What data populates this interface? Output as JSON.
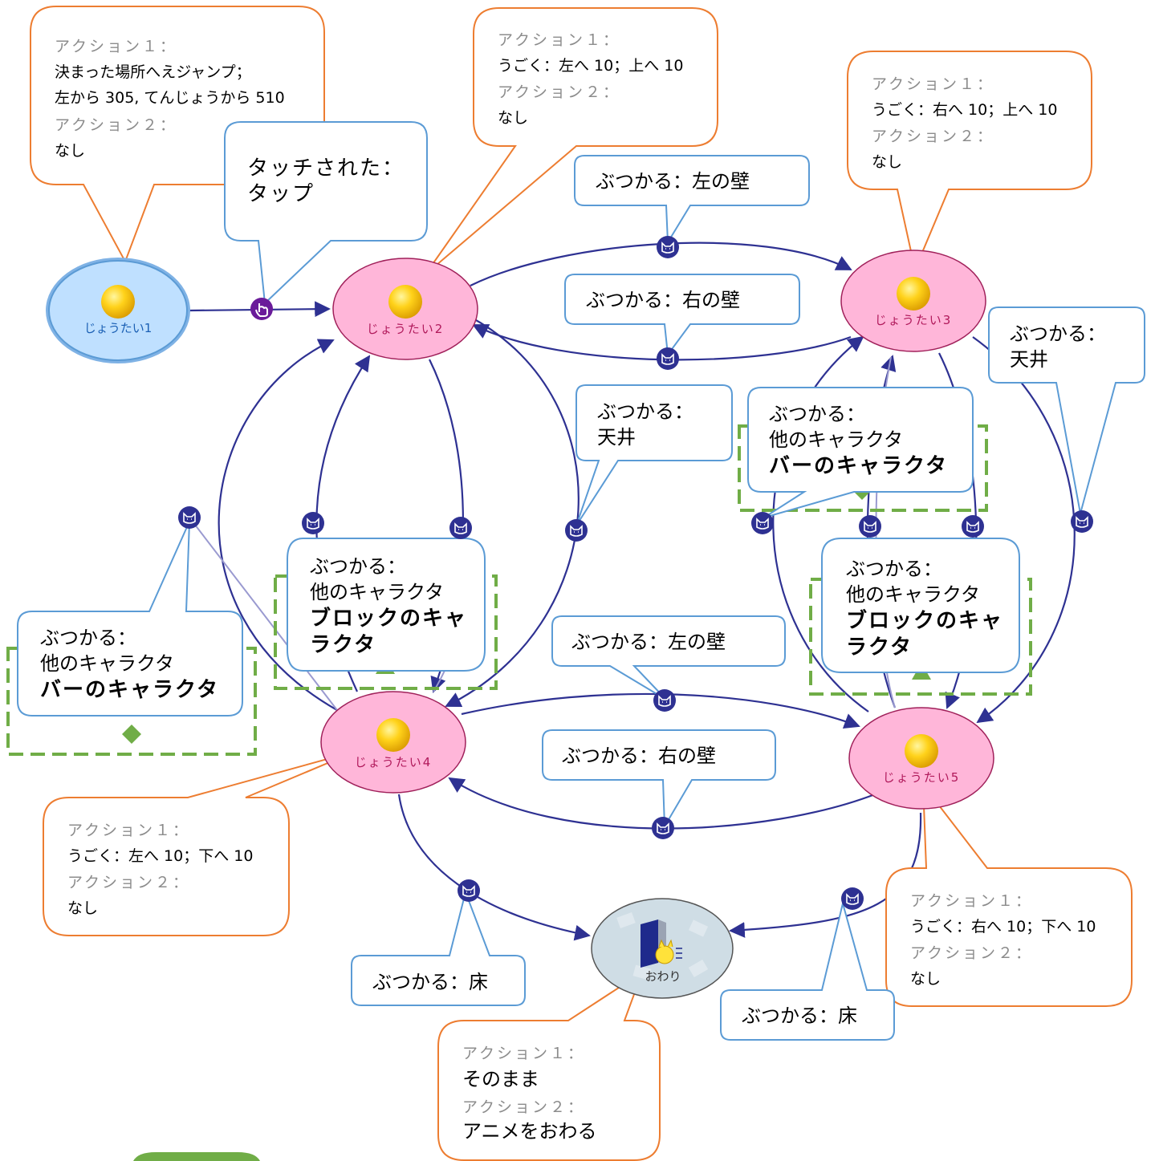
{
  "states": {
    "start": "じょうたい1",
    "s2": "じょうたい2",
    "s3": "じょうたい3",
    "s4": "じょうたい4",
    "s5": "じょうたい5",
    "end": "おわり"
  },
  "labels": {
    "action1": "アクション１：",
    "action2": "アクション２：",
    "none": "なし"
  },
  "notes": {
    "s1_a1_line1": "決まった場所へえジャンプ；",
    "s1_a1_line2": "左から 305, てんじょうから 510",
    "s2_a1": "うごく：左へ 10；上へ 10",
    "s3_a1": "うごく：右へ 10；上へ 10",
    "s4_a1": "うごく：左へ 10；下へ 10",
    "s5_a1": "うごく：右へ 10；下へ 10",
    "end_a1": "そのまま",
    "end_a2": "アニメをおわる"
  },
  "triggers": {
    "touched_1": "タッチされた：",
    "touched_2": "タップ",
    "left_wall": "ぶつかる：左の壁",
    "right_wall": "ぶつかる：右の壁",
    "collide": "ぶつかる：",
    "ceiling": "天井",
    "floor": "ぶつかる：床",
    "other_char": "他のキャラクタ",
    "bar_char": "バーのキャラクタ",
    "block_char_1": "ブロックのキャ",
    "block_char_2": "ラクタ"
  },
  "colors": {
    "edge": "#2e3192",
    "state_fill": "#ffb6d9",
    "start_fill": "#bfe0ff",
    "action_border": "#ed7d31",
    "trigger_border": "#5b9bd5",
    "highlight": "#70ad47"
  }
}
